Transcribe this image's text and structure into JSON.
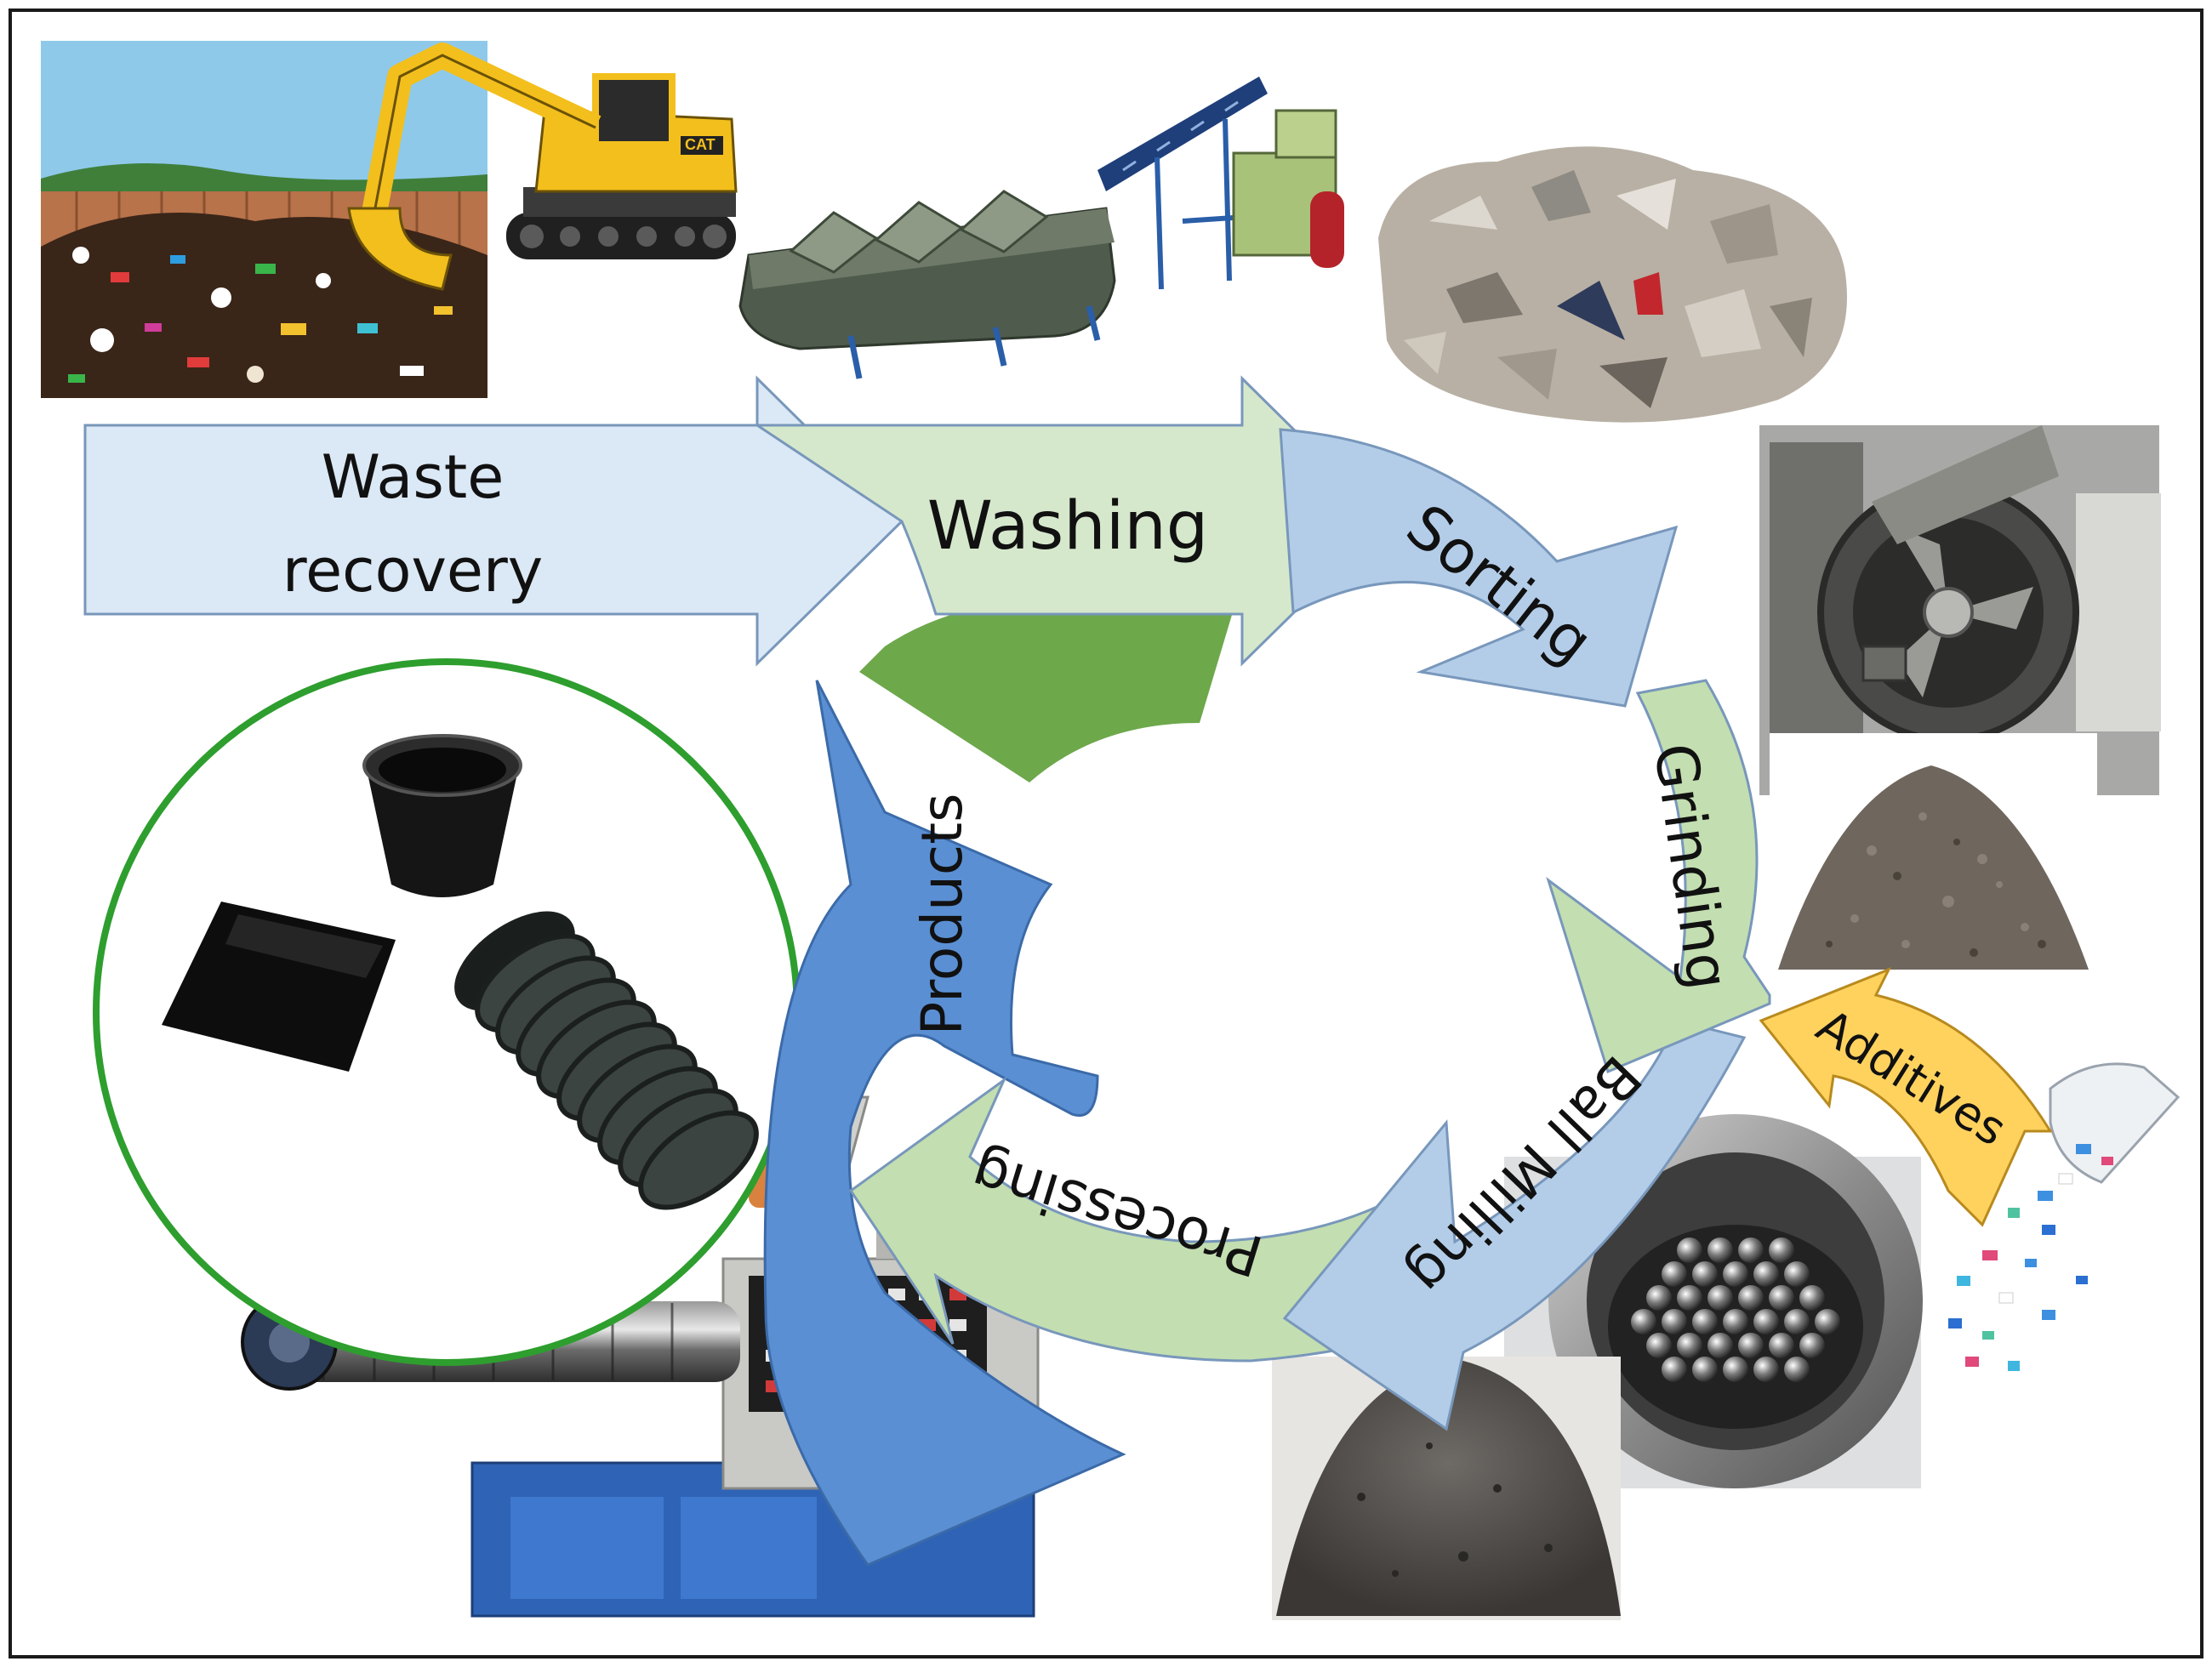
{
  "diagram": {
    "steps": {
      "waste_recovery": [
        "Waste",
        "recovery"
      ],
      "washing": "Washing",
      "sorting": "Sorting",
      "grinding": "Grinding",
      "ball_milling": "Ball Milling",
      "processing": "Processing",
      "products": "Products",
      "additives": "Additives"
    },
    "excavator_brand": "CAT",
    "colors": {
      "frame": "#1a1a1a",
      "light_blue": "#dbe8f5",
      "light_green": "#d6e8cc",
      "mid_blue": "#b3cde9",
      "mid_green": "#c3deb0",
      "blue": "#7fa9dc",
      "dark_blue": "#5a8fd3",
      "dark_green": "#6da84b",
      "additive_yellow": "#ffd25e",
      "products_ring": "#2e9e2e",
      "excavator_yellow": "#f3bf1d"
    }
  }
}
